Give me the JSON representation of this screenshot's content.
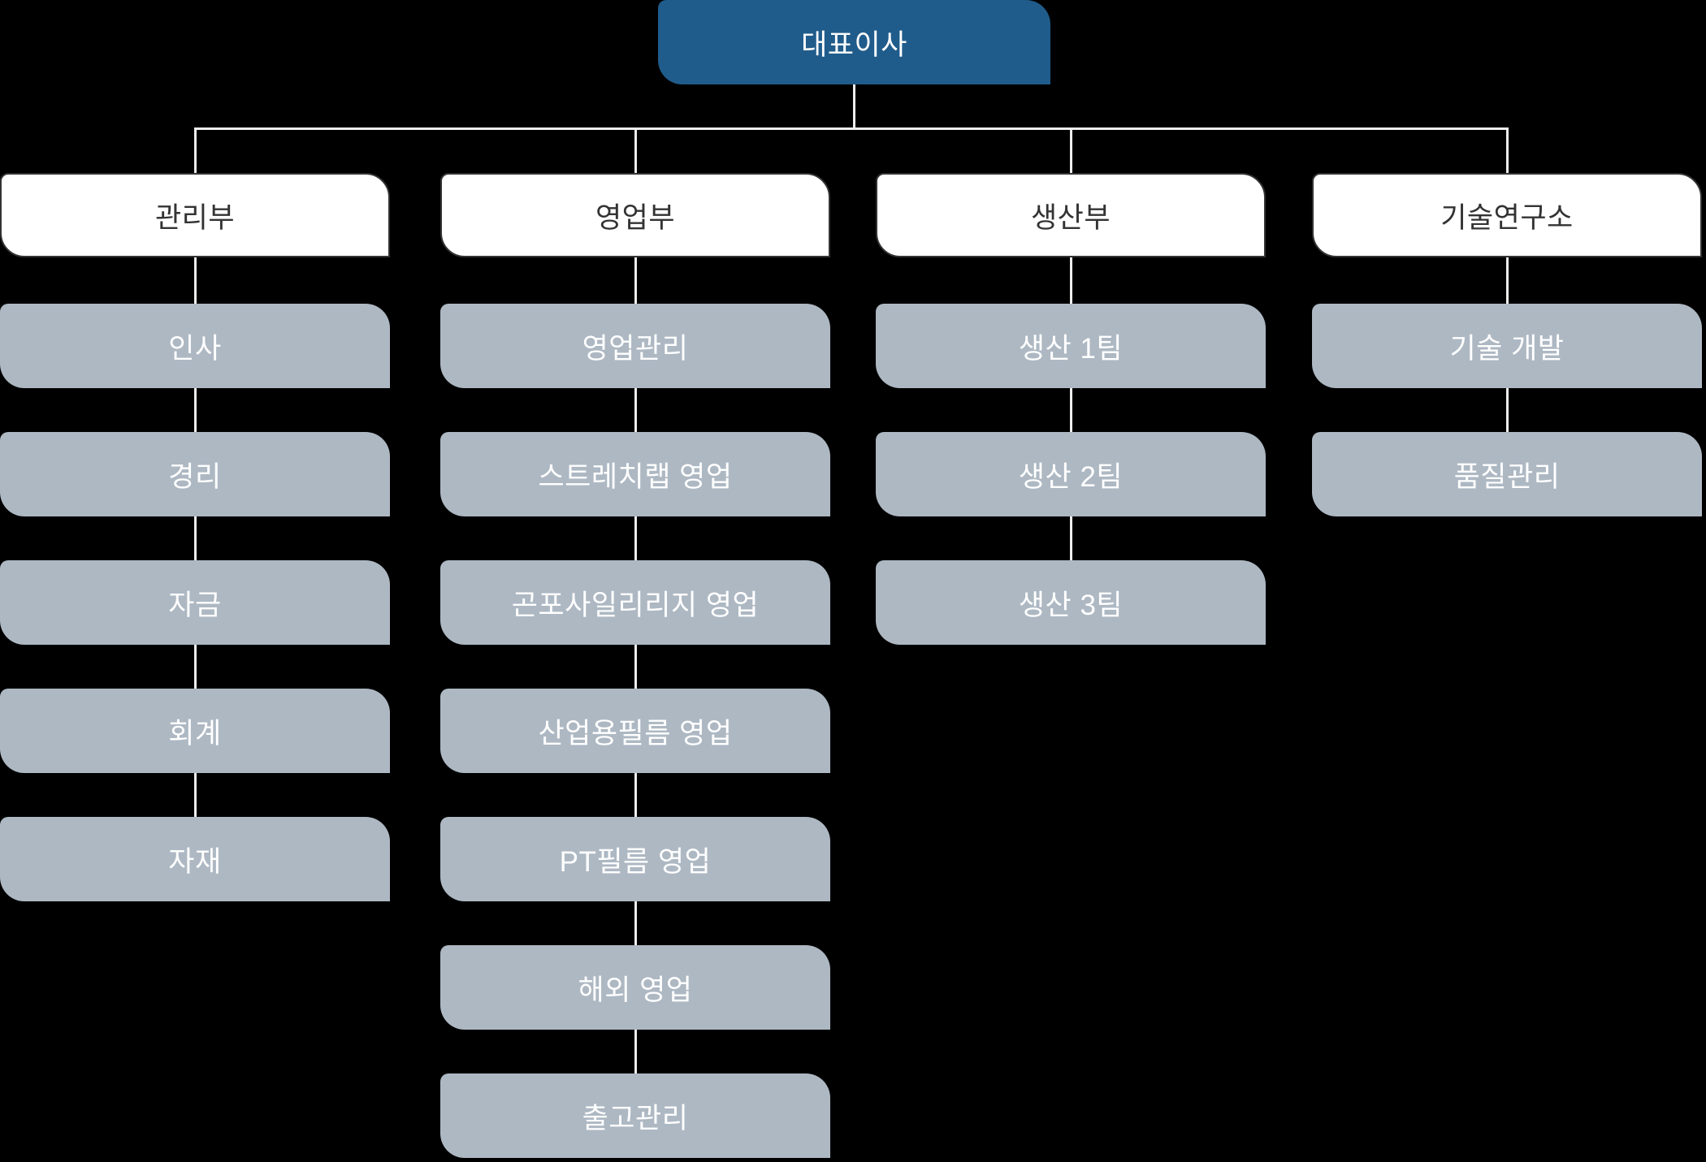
{
  "org_chart": {
    "root": {
      "label": "대표이사"
    },
    "departments": [
      {
        "label": "관리부",
        "children": [
          {
            "label": "인사"
          },
          {
            "label": "경리"
          },
          {
            "label": "자금"
          },
          {
            "label": "회계"
          },
          {
            "label": "자재"
          }
        ]
      },
      {
        "label": "영업부",
        "children": [
          {
            "label": "영업관리"
          },
          {
            "label": "스트레치랩 영업"
          },
          {
            "label": "곤포사일리리지 영업"
          },
          {
            "label": "산업용필름 영업"
          },
          {
            "label": "PT필름 영업"
          },
          {
            "label": "해외 영업"
          },
          {
            "label": "출고관리"
          }
        ]
      },
      {
        "label": "생산부",
        "children": [
          {
            "label": "생산 1팀"
          },
          {
            "label": "생산 2팀"
          },
          {
            "label": "생산 3팀"
          }
        ]
      },
      {
        "label": "기술연구소",
        "children": [
          {
            "label": "기술 개발"
          },
          {
            "label": "품질관리"
          }
        ]
      }
    ]
  },
  "colors": {
    "background": "#000000",
    "root_bg": "#205c8b",
    "root_text": "#ffffff",
    "dept_bg": "#ffffff",
    "dept_border": "#333333",
    "dept_text": "#333333",
    "child_bg": "#adb8c3",
    "child_text": "#ffffff",
    "line": "#ededed"
  }
}
